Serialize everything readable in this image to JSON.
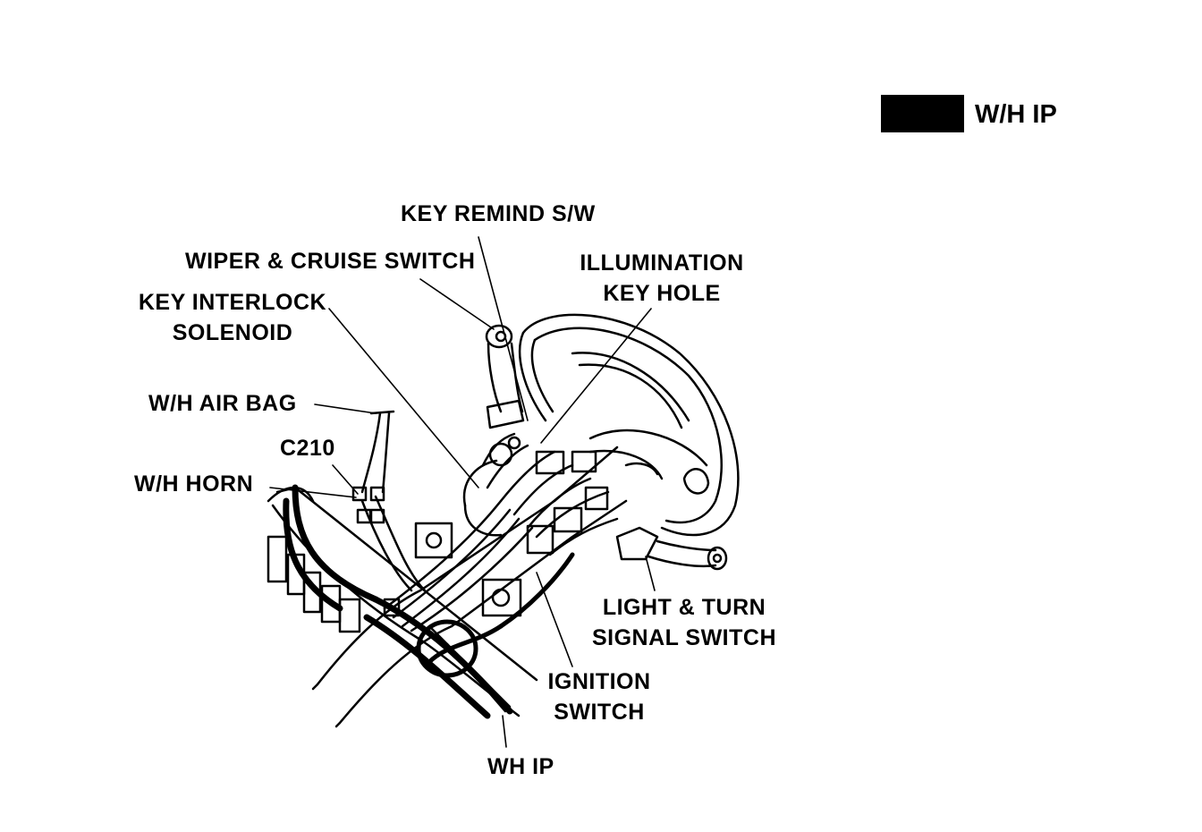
{
  "header": {
    "tag_text": "W/H IP"
  },
  "labels": {
    "key_remind": "KEY REMIND S/W",
    "wiper_cruise": "WIPER & CRUISE SWITCH",
    "illumination_1": "ILLUMINATION",
    "illumination_2": "KEY HOLE",
    "key_interlock_1": "KEY INTERLOCK",
    "key_interlock_2": "SOLENOID",
    "wh_air_bag": "W/H AIR BAG",
    "c210": "C210",
    "wh_horn": "W/H HORN",
    "light_turn_1": "LIGHT & TURN",
    "light_turn_2": "SIGNAL SWITCH",
    "ignition_1": "IGNITION",
    "ignition_2": "SWITCH",
    "wh_ip": "WH IP"
  },
  "colors": {
    "ink": "#000000",
    "paper": "#ffffff"
  }
}
